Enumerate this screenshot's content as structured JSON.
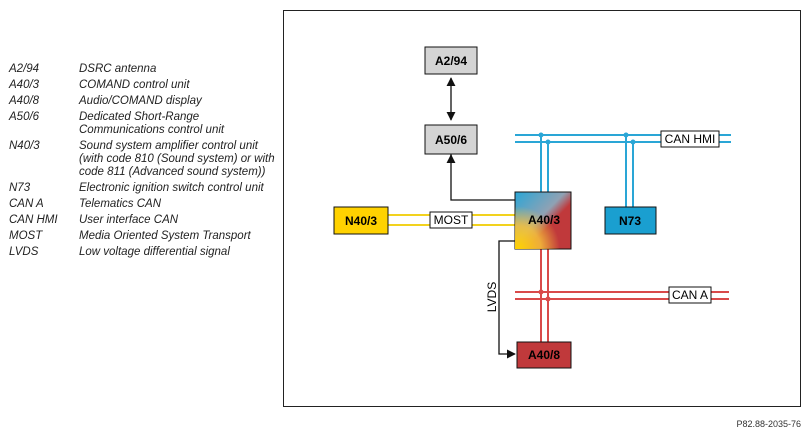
{
  "legend": [
    {
      "code": "A2/94",
      "desc": "DSRC antenna"
    },
    {
      "code": "A40/3",
      "desc": "COMAND control unit"
    },
    {
      "code": "A40/8",
      "desc": "Audio/COMAND display"
    },
    {
      "code": "A50/6",
      "desc": "Dedicated Short-Range Communications control unit"
    },
    {
      "code": "N40/3",
      "desc": "Sound system amplifier control unit (with code 810 (Sound system) or with code 811 (Advanced sound system))"
    },
    {
      "code": "N73",
      "desc": "Electronic ignition switch control unit"
    },
    {
      "code": "CAN A",
      "desc": "Telematics CAN"
    },
    {
      "code": "CAN HMI",
      "desc": "User interface CAN"
    },
    {
      "code": "MOST",
      "desc": "Media Oriented System Transport"
    },
    {
      "code": "LVDS",
      "desc": "Low voltage differential signal"
    }
  ],
  "diagram": {
    "boxes": {
      "a2_94": "A2/94",
      "a50_6": "A50/6",
      "a40_3": "A40/3",
      "n40_3": "N40/3",
      "n73": "N73",
      "a40_8": "A40/8"
    },
    "buses": {
      "most": "MOST",
      "can_hmi": "CAN HMI",
      "can_a": "CAN A",
      "lvds": "LVDS"
    }
  },
  "colors": {
    "box_gray": "#d4d4d4",
    "n40_3_yellow": "#ffd200",
    "n73_cyan": "#1a9fd0",
    "a40_8_red": "#c0393b",
    "can_hmi_line": "#2aa6d6",
    "can_a_line": "#d94a4a",
    "most_line": "#f2d21e"
  },
  "footer": "P82.88-2035-76"
}
